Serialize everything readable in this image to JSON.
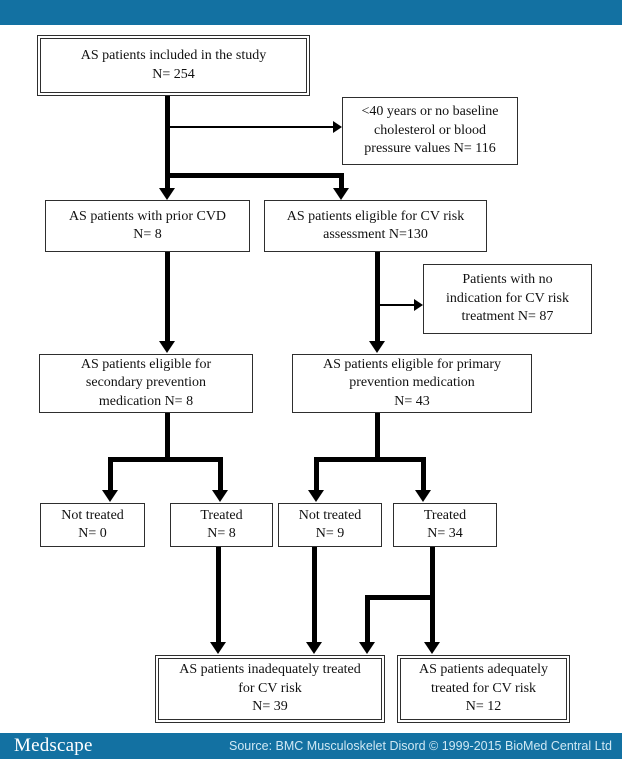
{
  "colors": {
    "bar_blue": "#1371a2",
    "box_border": "#2e2e2e",
    "arrow_black": "#000000",
    "source_text": "#cfe8f4"
  },
  "diagram": {
    "boxes": {
      "included": {
        "label": "AS patients included in the study\nN= 254"
      },
      "excluded1": {
        "label": "<40 years or no baseline\ncholesterol or blood\npressure values N= 116"
      },
      "prior_cvd": {
        "label": "AS patients with prior CVD\nN= 8"
      },
      "eligible_cv": {
        "label": "AS patients eligible for CV risk\nassessment N=130"
      },
      "no_indication": {
        "label": "Patients with no\nindication for CV risk\ntreatment N= 87"
      },
      "secondary": {
        "label": "AS patients eligible for\nsecondary prevention\nmedication N= 8"
      },
      "primary": {
        "label": "AS patients eligible for primary\nprevention medication\nN= 43"
      },
      "not_treated_0": {
        "label": "Not treated\nN= 0"
      },
      "treated_8": {
        "label": "Treated\nN= 8"
      },
      "not_treated_9": {
        "label": "Not treated\nN= 9"
      },
      "treated_34": {
        "label": "Treated\nN= 34"
      },
      "inadequate": {
        "label": "AS patients inadequately treated\nfor CV risk\nN= 39"
      },
      "adequate": {
        "label": "AS patients adequately\ntreated for CV risk\nN= 12"
      }
    }
  },
  "footer": {
    "brand": "Medscape",
    "source": "Source: BMC Musculoskelet Disord © 1999-2015 BioMed Central Ltd"
  }
}
